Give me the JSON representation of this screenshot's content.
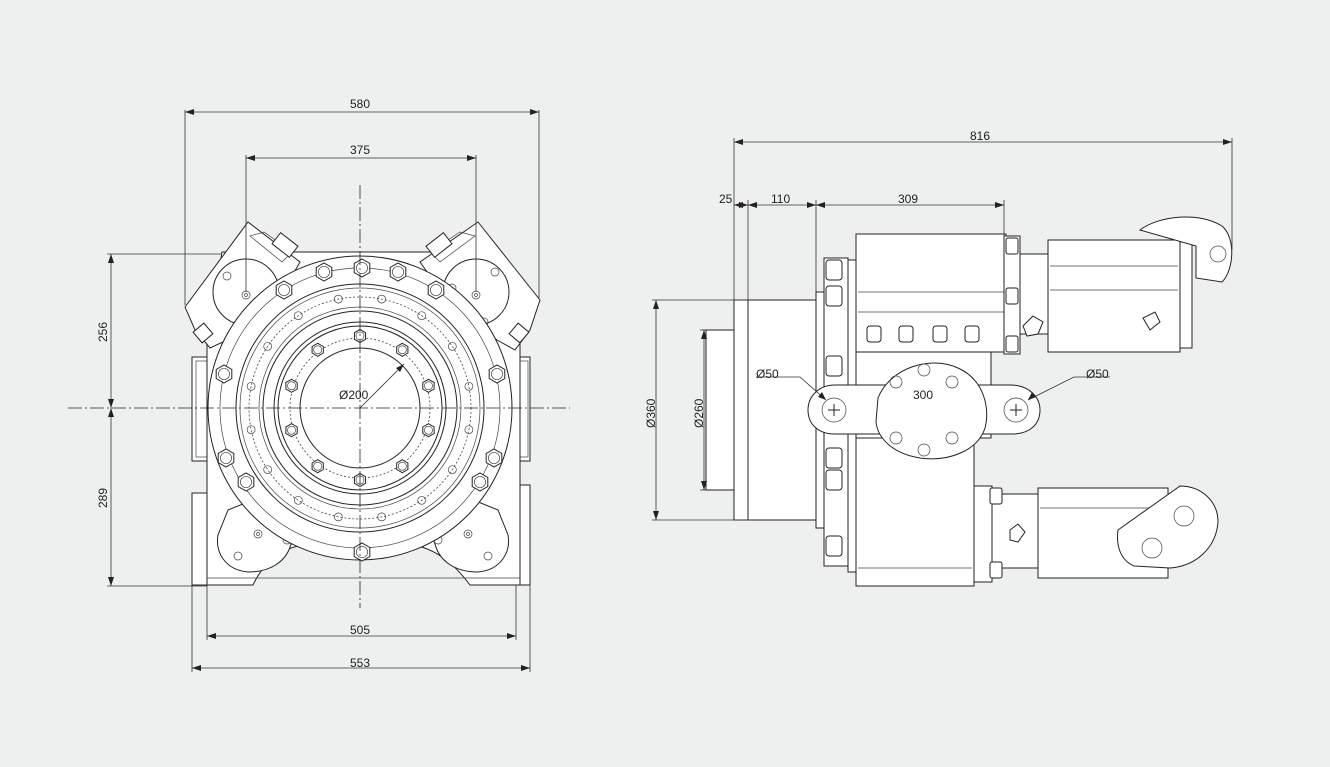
{
  "front_view": {
    "dims": {
      "width_overall": "580",
      "width_mid": "375",
      "height_upper": "256",
      "height_lower": "289",
      "base_width": "505",
      "base_overall": "553",
      "bore_diameter": "Ø200"
    }
  },
  "side_view": {
    "dims": {
      "length_overall": "816",
      "flange_thickness": "25",
      "flange_depth": "110",
      "body_length": "309",
      "diameter_outer": "Ø360",
      "diameter_inner": "Ø260",
      "pin_left": "Ø50",
      "pin_right": "Ø50",
      "pin_spacing": "300"
    }
  },
  "colors": {
    "background": "#eef0f0",
    "line": "#222222",
    "fill": "#ffffff"
  }
}
